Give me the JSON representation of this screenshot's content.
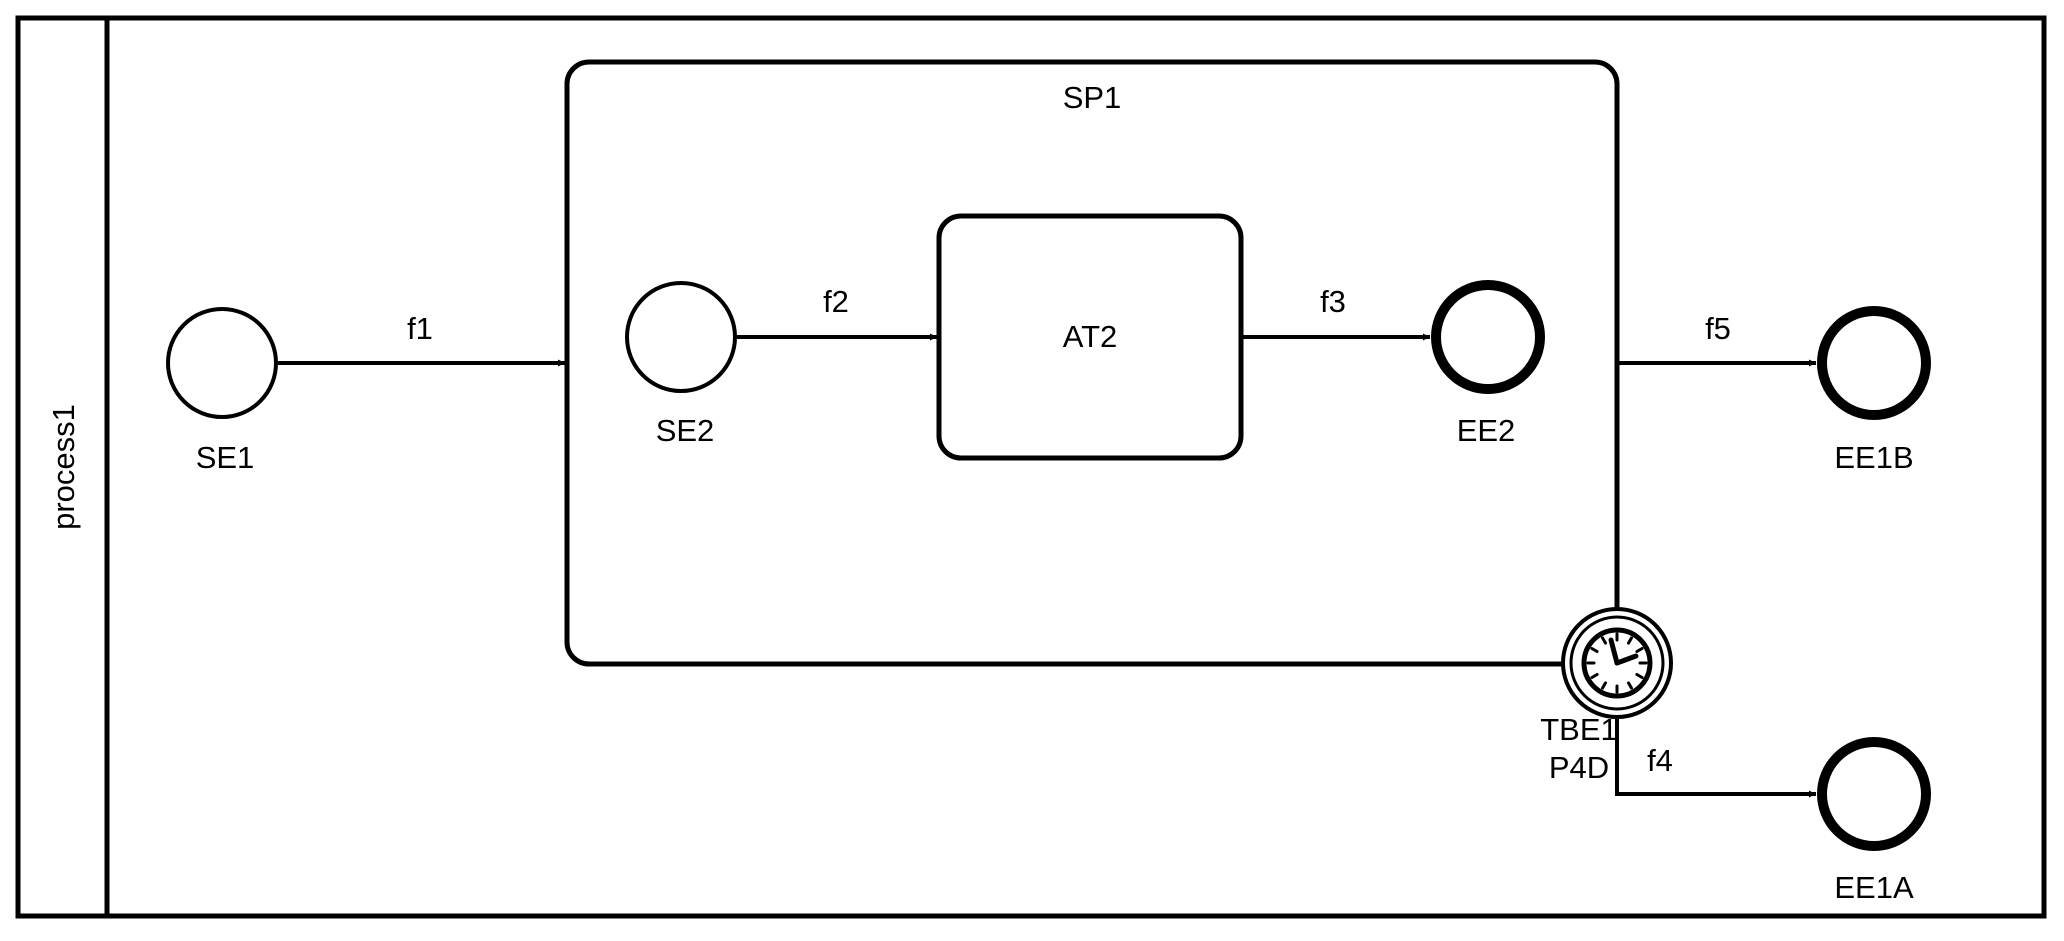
{
  "diagram": {
    "pool": {
      "label": "process1"
    },
    "subprocess": {
      "label": "SP1"
    },
    "task": {
      "label": "AT2"
    },
    "events": {
      "se1": {
        "label": "SE1"
      },
      "se2": {
        "label": "SE2"
      },
      "ee2": {
        "label": "EE2"
      },
      "ee1b": {
        "label": "EE1B"
      },
      "ee1a": {
        "label": "EE1A"
      },
      "tbe1": {
        "label_line1": "TBE1",
        "label_line2": "P4D",
        "icon": "clock-icon"
      }
    },
    "flows": {
      "f1": "f1",
      "f2": "f2",
      "f3": "f3",
      "f4": "f4",
      "f5": "f5"
    }
  }
}
